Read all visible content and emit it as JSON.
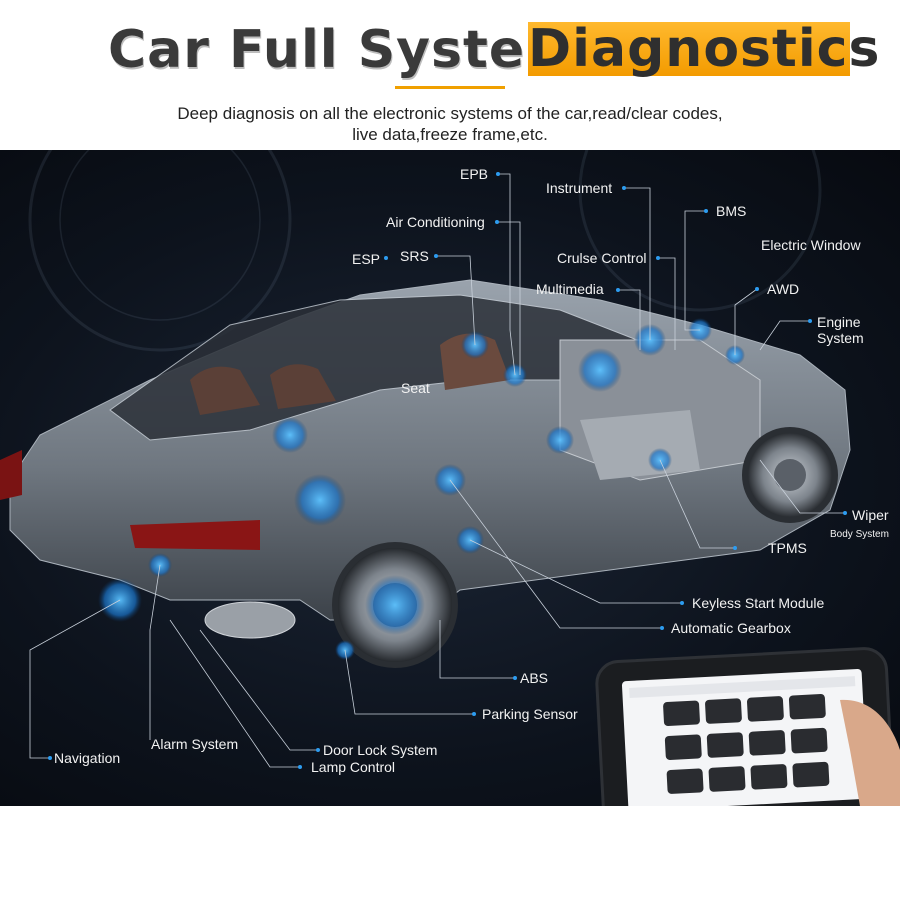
{
  "header": {
    "title_part1": "Car Full System",
    "title_part2": "Diagnostics",
    "subtitle_line1": "Deep diagnosis on all the electronic systems of the car,read/clear codes,",
    "subtitle_line2": "live data,freeze frame,etc."
  },
  "callouts": {
    "epb": "EPB",
    "instrument": "Instrument",
    "bms": "BMS",
    "air_conditioning": "Air Conditioning",
    "electric_window": "Electric Window",
    "esp": "ESP",
    "srs": "SRS",
    "cruise_control": "Crulse Control",
    "multimedia": "Multimedia",
    "awd": "AWD",
    "engine_system_line1": "Engine",
    "engine_system_line2": "System",
    "seat": "Seat",
    "wiper": "Wiper",
    "body_system": "Body System",
    "tpms": "TPMS",
    "keyless_start_module": "Keyless Start Module",
    "automatic_gearbox": "Automatic Gearbox",
    "abs": "ABS",
    "parking_sensor": "Parking Sensor",
    "navigation": "Navigation",
    "alarm_system": "Alarm System",
    "door_lock_system": "Door Lock System",
    "lamp_control": "Lamp Control"
  },
  "colors": {
    "accent": "#f5a300",
    "background": "#0d131d",
    "node_blue": "#2d9cf0"
  },
  "icons": {
    "car": "car-cutaway-illustration",
    "tablet": "diagnostic-tablet"
  }
}
